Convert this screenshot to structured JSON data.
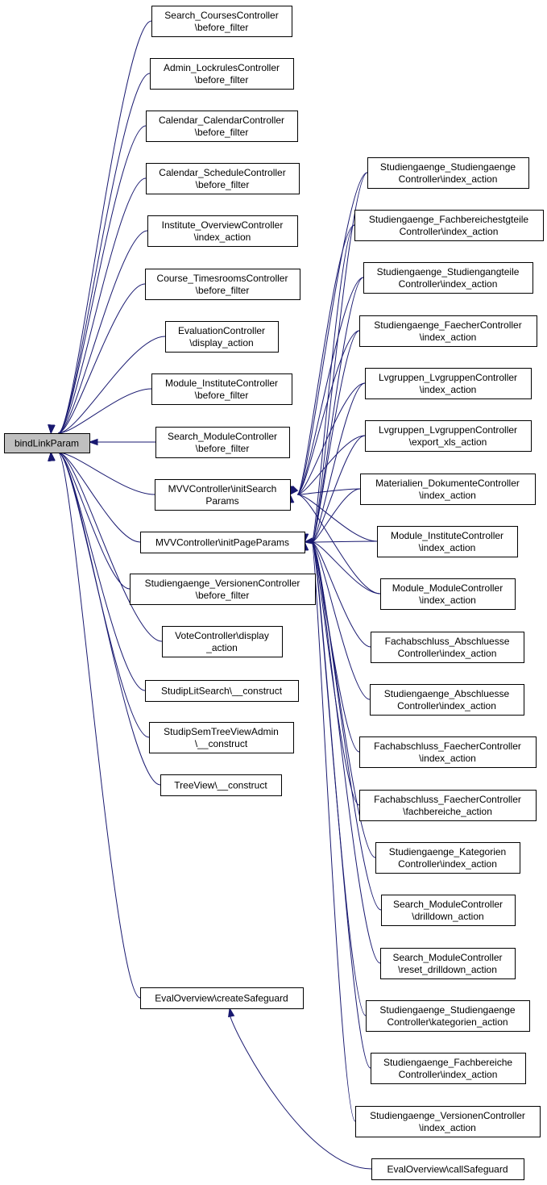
{
  "graph": {
    "colors": {
      "edge": "#191970",
      "node_border": "#000000",
      "root_fill": "#bfbfbf",
      "node_fill": "#ffffff"
    },
    "nodes": [
      {
        "id": "root",
        "lines": [
          "bindLinkParam"
        ]
      },
      {
        "id": "n1",
        "lines": [
          "Search_CoursesController",
          "\\before_filter"
        ]
      },
      {
        "id": "n2",
        "lines": [
          "Admin_LockrulesController",
          "\\before_filter"
        ]
      },
      {
        "id": "n3",
        "lines": [
          "Calendar_CalendarController",
          "\\before_filter"
        ]
      },
      {
        "id": "n4",
        "lines": [
          "Calendar_ScheduleController",
          "\\before_filter"
        ]
      },
      {
        "id": "n5",
        "lines": [
          "Institute_OverviewController",
          "\\index_action"
        ]
      },
      {
        "id": "n6",
        "lines": [
          "Course_TimesroomsController",
          "\\before_filter"
        ]
      },
      {
        "id": "n7",
        "lines": [
          "EvaluationController",
          "\\display_action"
        ]
      },
      {
        "id": "n8",
        "lines": [
          "Module_InstituteController",
          "\\before_filter"
        ]
      },
      {
        "id": "n9",
        "lines": [
          "Search_ModuleController",
          "\\before_filter"
        ]
      },
      {
        "id": "n10",
        "lines": [
          "MVVController\\initSearch",
          "Params"
        ]
      },
      {
        "id": "n11",
        "lines": [
          "MVVController\\initPageParams"
        ]
      },
      {
        "id": "n12",
        "lines": [
          "Studiengaenge_VersionenController",
          "\\before_filter"
        ]
      },
      {
        "id": "n13",
        "lines": [
          "VoteController\\display",
          "_action"
        ]
      },
      {
        "id": "n14",
        "lines": [
          "StudipLitSearch\\__construct"
        ]
      },
      {
        "id": "n15",
        "lines": [
          "StudipSemTreeViewAdmin",
          "\\__construct"
        ]
      },
      {
        "id": "n16",
        "lines": [
          "TreeView\\__construct"
        ]
      },
      {
        "id": "n17",
        "lines": [
          "EvalOverview\\createSafeguard"
        ]
      },
      {
        "id": "r1",
        "lines": [
          "Studiengaenge_Studiengaenge",
          "Controller\\index_action"
        ]
      },
      {
        "id": "r2",
        "lines": [
          "Studiengaenge_Fachbereichestgteile",
          "Controller\\index_action"
        ]
      },
      {
        "id": "r3",
        "lines": [
          "Studiengaenge_Studiengangteile",
          "Controller\\index_action"
        ]
      },
      {
        "id": "r4",
        "lines": [
          "Studiengaenge_FaecherController",
          "\\index_action"
        ]
      },
      {
        "id": "r5",
        "lines": [
          "Lvgruppen_LvgruppenController",
          "\\index_action"
        ]
      },
      {
        "id": "r6",
        "lines": [
          "Lvgruppen_LvgruppenController",
          "\\export_xls_action"
        ]
      },
      {
        "id": "r7",
        "lines": [
          "Materialien_DokumenteController",
          "\\index_action"
        ]
      },
      {
        "id": "r8",
        "lines": [
          "Module_InstituteController",
          "\\index_action"
        ]
      },
      {
        "id": "r9",
        "lines": [
          "Module_ModuleController",
          "\\index_action"
        ]
      },
      {
        "id": "r10",
        "lines": [
          "Fachabschluss_Abschluesse",
          "Controller\\index_action"
        ]
      },
      {
        "id": "r11",
        "lines": [
          "Studiengaenge_Abschluesse",
          "Controller\\index_action"
        ]
      },
      {
        "id": "r12",
        "lines": [
          "Fachabschluss_FaecherController",
          "\\index_action"
        ]
      },
      {
        "id": "r13",
        "lines": [
          "Fachabschluss_FaecherController",
          "\\fachbereiche_action"
        ]
      },
      {
        "id": "r14",
        "lines": [
          "Studiengaenge_Kategorien",
          "Controller\\index_action"
        ]
      },
      {
        "id": "r15",
        "lines": [
          "Search_ModuleController",
          "\\drilldown_action"
        ]
      },
      {
        "id": "r16",
        "lines": [
          "Search_ModuleController",
          "\\reset_drilldown_action"
        ]
      },
      {
        "id": "r17",
        "lines": [
          "Studiengaenge_Studiengaenge",
          "Controller\\kategorien_action"
        ]
      },
      {
        "id": "r18",
        "lines": [
          "Studiengaenge_Fachbereiche",
          "Controller\\index_action"
        ]
      },
      {
        "id": "r19",
        "lines": [
          "Studiengaenge_VersionenController",
          "\\index_action"
        ]
      },
      {
        "id": "r20",
        "lines": [
          "EvalOverview\\callSafeguard"
        ]
      }
    ],
    "edges": [
      [
        "n1",
        "root"
      ],
      [
        "n2",
        "root"
      ],
      [
        "n3",
        "root"
      ],
      [
        "n4",
        "root"
      ],
      [
        "n5",
        "root"
      ],
      [
        "n6",
        "root"
      ],
      [
        "n7",
        "root"
      ],
      [
        "n8",
        "root"
      ],
      [
        "n9",
        "root"
      ],
      [
        "n10",
        "root"
      ],
      [
        "n11",
        "root"
      ],
      [
        "n12",
        "root"
      ],
      [
        "n13",
        "root"
      ],
      [
        "n14",
        "root"
      ],
      [
        "n15",
        "root"
      ],
      [
        "n16",
        "root"
      ],
      [
        "n17",
        "root"
      ],
      [
        "r1",
        "n10"
      ],
      [
        "r2",
        "n10"
      ],
      [
        "r3",
        "n10"
      ],
      [
        "r4",
        "n10"
      ],
      [
        "r5",
        "n10"
      ],
      [
        "r6",
        "n10"
      ],
      [
        "r7",
        "n10"
      ],
      [
        "r8",
        "n10"
      ],
      [
        "r9",
        "n10"
      ],
      [
        "r1",
        "n11"
      ],
      [
        "r2",
        "n11"
      ],
      [
        "r3",
        "n11"
      ],
      [
        "r4",
        "n11"
      ],
      [
        "r5",
        "n11"
      ],
      [
        "r6",
        "n11"
      ],
      [
        "r7",
        "n11"
      ],
      [
        "r8",
        "n11"
      ],
      [
        "r9",
        "n11"
      ],
      [
        "r10",
        "n11"
      ],
      [
        "r11",
        "n11"
      ],
      [
        "r12",
        "n11"
      ],
      [
        "r13",
        "n11"
      ],
      [
        "r14",
        "n11"
      ],
      [
        "r15",
        "n11"
      ],
      [
        "r16",
        "n11"
      ],
      [
        "r17",
        "n11"
      ],
      [
        "r18",
        "n11"
      ],
      [
        "r19",
        "n11"
      ],
      [
        "r20",
        "n17"
      ]
    ]
  }
}
